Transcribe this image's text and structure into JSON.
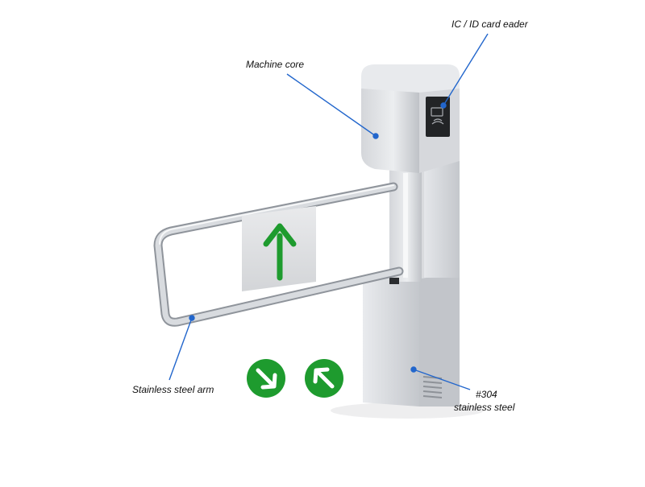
{
  "labels": {
    "card_reader": "IC / ID card eader",
    "machine_core": "Machine core",
    "arm": "Stainless steel arm",
    "steel_grade": "#304",
    "steel_material": "stainless steel"
  },
  "icons": {
    "direction_badge_1": "arrow-down-right-icon",
    "direction_badge_2": "arrow-up-left-icon",
    "panel_arrow": "arrow-up-icon",
    "reader_symbol": "rfid-card-icon"
  },
  "colors": {
    "accent_green": "#1e9b2e",
    "callout_blue": "#2266cc",
    "steel_light": "#e4e6e9",
    "steel_mid": "#c7cacf",
    "steel_dark": "#9a9ea5",
    "reader_panel": "#222426"
  }
}
